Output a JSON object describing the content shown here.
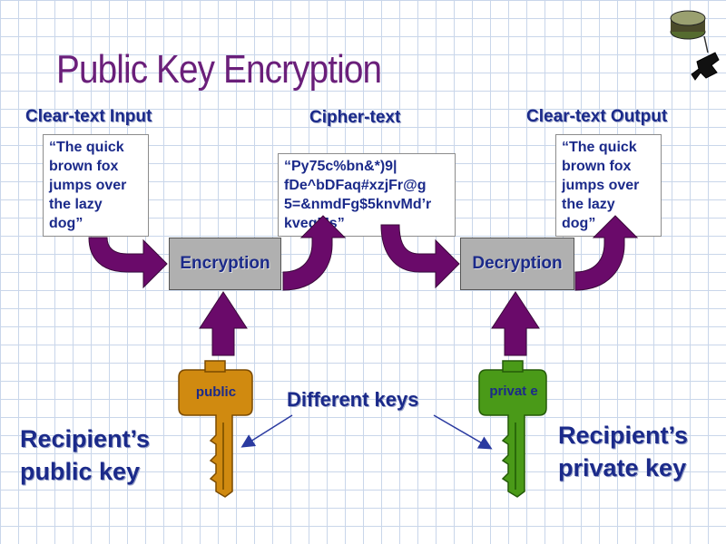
{
  "title": "Public Key Encryption",
  "headings": {
    "input": "Clear-text Input",
    "cipher": "Cipher-text",
    "output": "Clear-text Output"
  },
  "input_text": [
    "“The quick",
    "brown fox",
    "jumps over",
    "the lazy",
    "dog”"
  ],
  "cipher_text": [
    "“Py75c%bn&*)9|",
    "fDe^bDFaq#xzjFr@g",
    "5=&nmdFg$5knvMd’r",
    "kvegMs”"
  ],
  "output_text": [
    "“The quick",
    "brown fox",
    "jumps over",
    "the lazy",
    "dog”"
  ],
  "encryption_label": "Encryption",
  "decryption_label": "Decryption",
  "public_key_label": "public",
  "private_key_label": "privat e",
  "different_keys_label": "Different keys",
  "recipient_public": [
    "Recipient’s",
    "public key"
  ],
  "recipient_private": [
    "Recipient’s",
    "private key"
  ],
  "colors": {
    "title": "#6a1f7a",
    "text": "#1b2a8a",
    "arrow": "#6a0a6a",
    "public_key": "#d08a10",
    "private_key": "#4a9a18",
    "process_box": "#b0b0b0",
    "grid": "#c9d6ea"
  },
  "icons": [
    "network-device-icon",
    "router-icon"
  ]
}
